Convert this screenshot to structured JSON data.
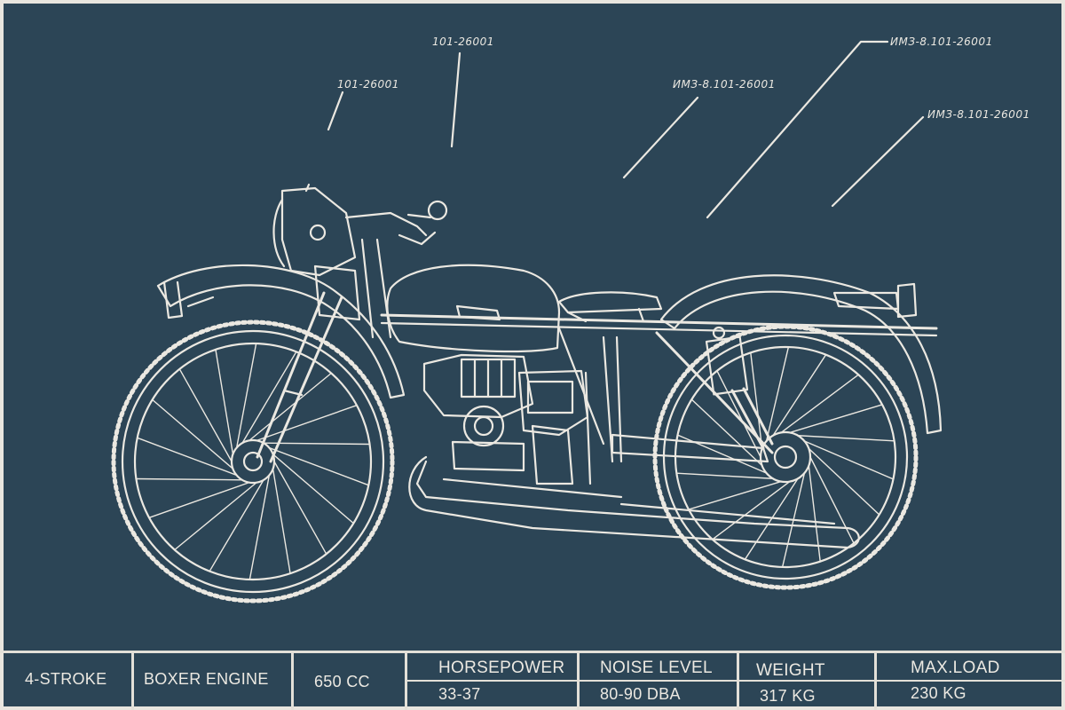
{
  "callouts": [
    {
      "id": "c1",
      "text": "101-26001"
    },
    {
      "id": "c2",
      "text": "101-26001"
    },
    {
      "id": "c3",
      "text": "ИМЗ-8.101-26001"
    },
    {
      "id": "c4",
      "text": "ИМЗ-8.101-26001"
    },
    {
      "id": "c5",
      "text": "ИМЗ-8.101-26001"
    }
  ],
  "specs": {
    "stroke": "4-STROKE",
    "engine": "BOXER ENGINE",
    "displacement": "650 CC",
    "horsepower": {
      "label": "HORSEPOWER",
      "value": "33-37"
    },
    "noise": {
      "label": "NOISE LEVEL",
      "value": "80-90 DBA"
    },
    "weight": {
      "label": "WEIGHT",
      "value": "317 KG"
    },
    "max_load": {
      "label": "MAX.LOAD",
      "value": "230 KG"
    }
  },
  "colors": {
    "background": "#2c4556",
    "ink": "#ece9e2"
  }
}
